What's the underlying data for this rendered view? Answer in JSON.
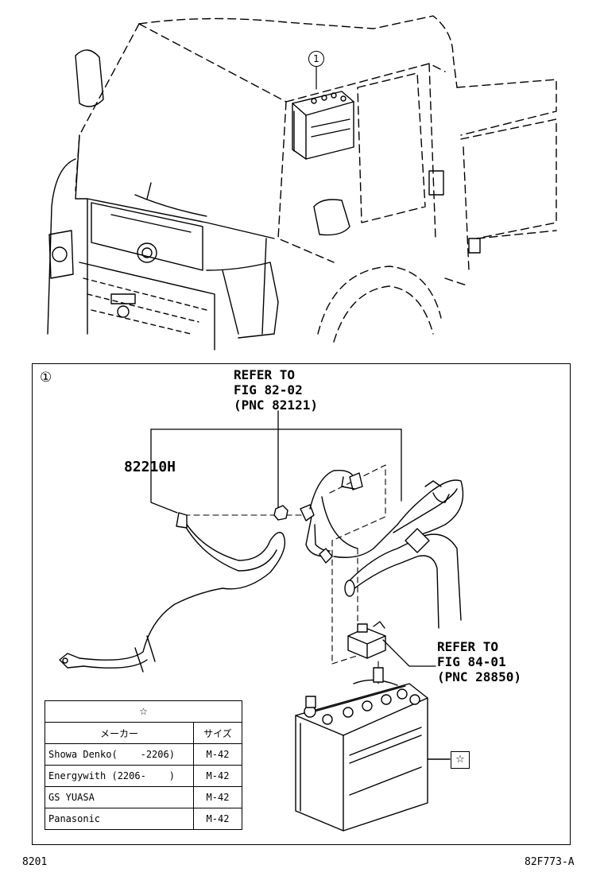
{
  "callout_mark": "①",
  "battery_callout_top": "1",
  "refer_top": {
    "line1": "REFER TO",
    "line2": "FIG 82-02",
    "line3": "(PNC 82121)"
  },
  "part_number": "82210H",
  "refer_bottom": {
    "line1": "REFER TO",
    "line2": "FIG 84-01",
    "line3": "(PNC 28850)"
  },
  "table": {
    "header_symbol": "☆",
    "col_maker": "メーカー",
    "col_size": "サイズ",
    "rows": [
      {
        "maker": "Showa Denko(    -2206)",
        "size": "M-42"
      },
      {
        "maker": "Energywith (2206-    )",
        "size": "M-42"
      },
      {
        "maker": "GS YUASA",
        "size": "M-42"
      },
      {
        "maker": "Panasonic",
        "size": "M-42"
      }
    ]
  },
  "battery_star": "☆",
  "footer": {
    "left_code": "8201",
    "right_code": "82F773-A"
  }
}
